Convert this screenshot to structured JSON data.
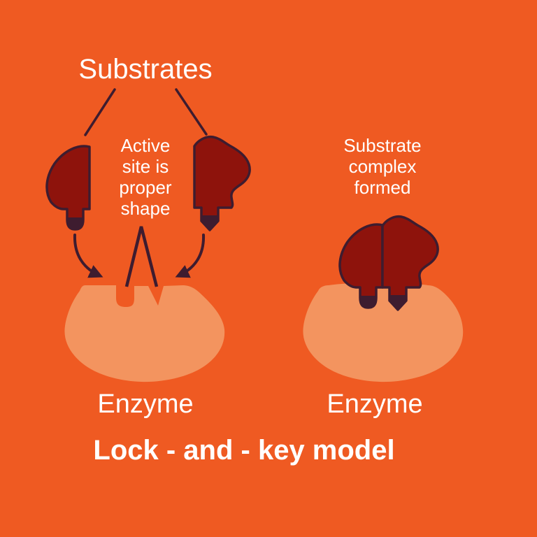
{
  "colors": {
    "background": "#EF5A22",
    "enzyme_fill": "#F3945F",
    "substrate_fill": "#8E130C",
    "outline": "#3E1C2F",
    "text": "#FFFFFF"
  },
  "labels": {
    "substrates_heading": "Substrates",
    "active_site_caption": {
      "lines": [
        "Active",
        "site is",
        "proper",
        "shape"
      ]
    },
    "complex_caption": {
      "lines": [
        "Substrate",
        "complex",
        "formed"
      ]
    },
    "enzyme_left": "Enzyme",
    "enzyme_right": "Enzyme",
    "title": "Lock - and - key model"
  }
}
